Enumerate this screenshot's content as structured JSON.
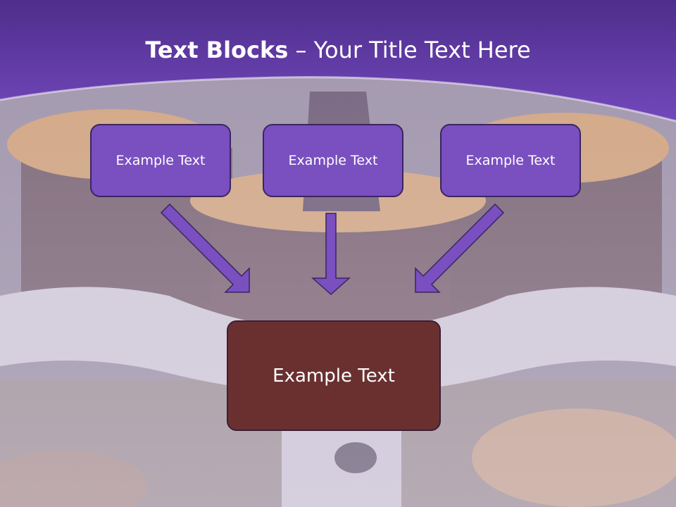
{
  "slide": {
    "title_bold": "Text Blocks",
    "title_rest": " – Your Title Text Here"
  },
  "blocks": [
    {
      "label": "Example Text"
    },
    {
      "label": "Example Text"
    },
    {
      "label": "Example Text"
    }
  ],
  "target_block": {
    "label": "Example Text"
  },
  "colors": {
    "header": "#5a3296",
    "small_block": "#7a4fc0",
    "target_block": "#6a3030",
    "arrow": "#7a4fc0"
  }
}
